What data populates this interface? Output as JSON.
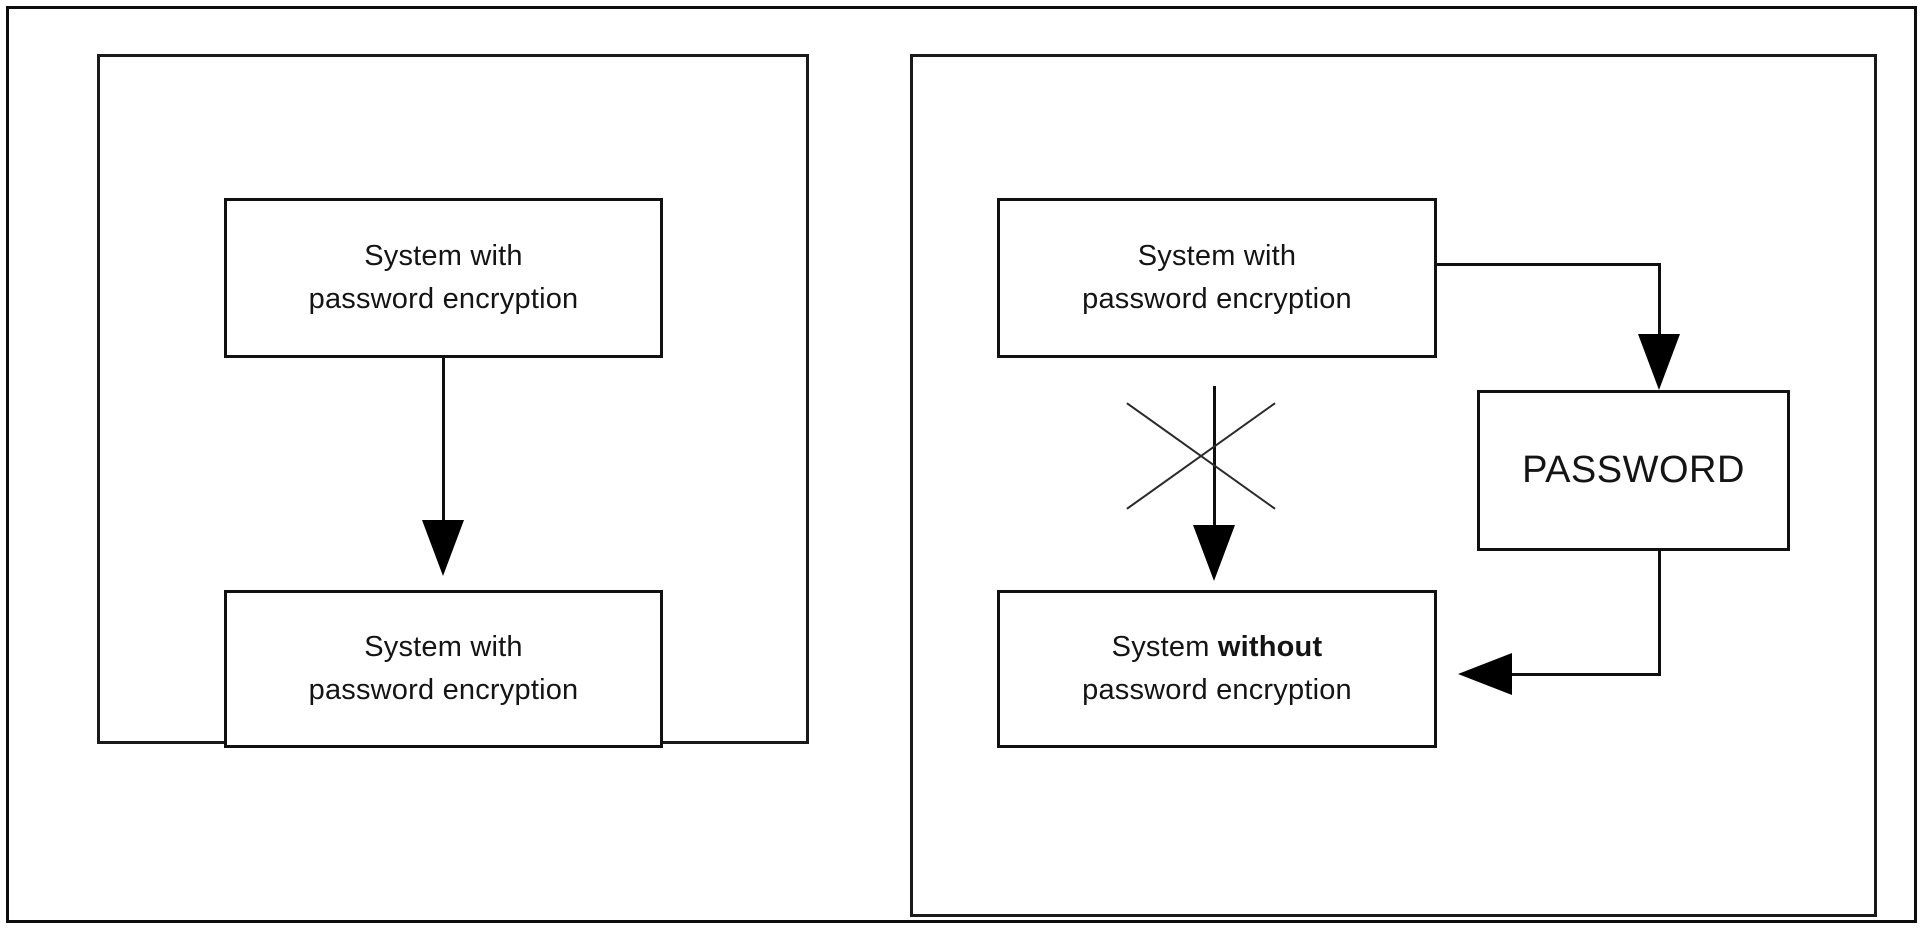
{
  "figure": {
    "panels": [
      {
        "id": "left",
        "name": "normal-flow-panel",
        "nodes": [
          {
            "id": "left-top",
            "line1": "System with",
            "line2": "password encryption"
          },
          {
            "id": "left-bottom",
            "line1": "System with",
            "line2": "password encryption"
          }
        ],
        "connectors": [
          {
            "id": "left-down-arrow",
            "kind": "arrow-down",
            "from": "left-top",
            "to": "left-bottom",
            "blocked": false
          }
        ]
      },
      {
        "id": "right",
        "name": "password-extraction-panel",
        "nodes": [
          {
            "id": "right-top",
            "line1": "System with",
            "line2": "password encryption"
          },
          {
            "id": "password",
            "line1": "PASSWORD",
            "line2": ""
          },
          {
            "id": "right-bottom",
            "line1": "System ",
            "line1b": "without",
            "line2": "password encryption"
          }
        ],
        "connectors": [
          {
            "id": "blocked-down-arrow",
            "kind": "arrow-down",
            "from": "right-top",
            "to": "right-bottom",
            "blocked": true,
            "mark": "x-cross"
          },
          {
            "id": "extract-elbow",
            "kind": "elbow-right-down",
            "from": "right-top",
            "to": "password",
            "blocked": false
          },
          {
            "id": "inject-elbow",
            "kind": "elbow-down-left",
            "from": "password",
            "to": "right-bottom",
            "blocked": false
          }
        ]
      }
    ]
  },
  "colors": {
    "stroke": "#0f0f0f",
    "text": "#141414",
    "background": "#ffffff",
    "cross_mark": "#2a2a2a"
  }
}
